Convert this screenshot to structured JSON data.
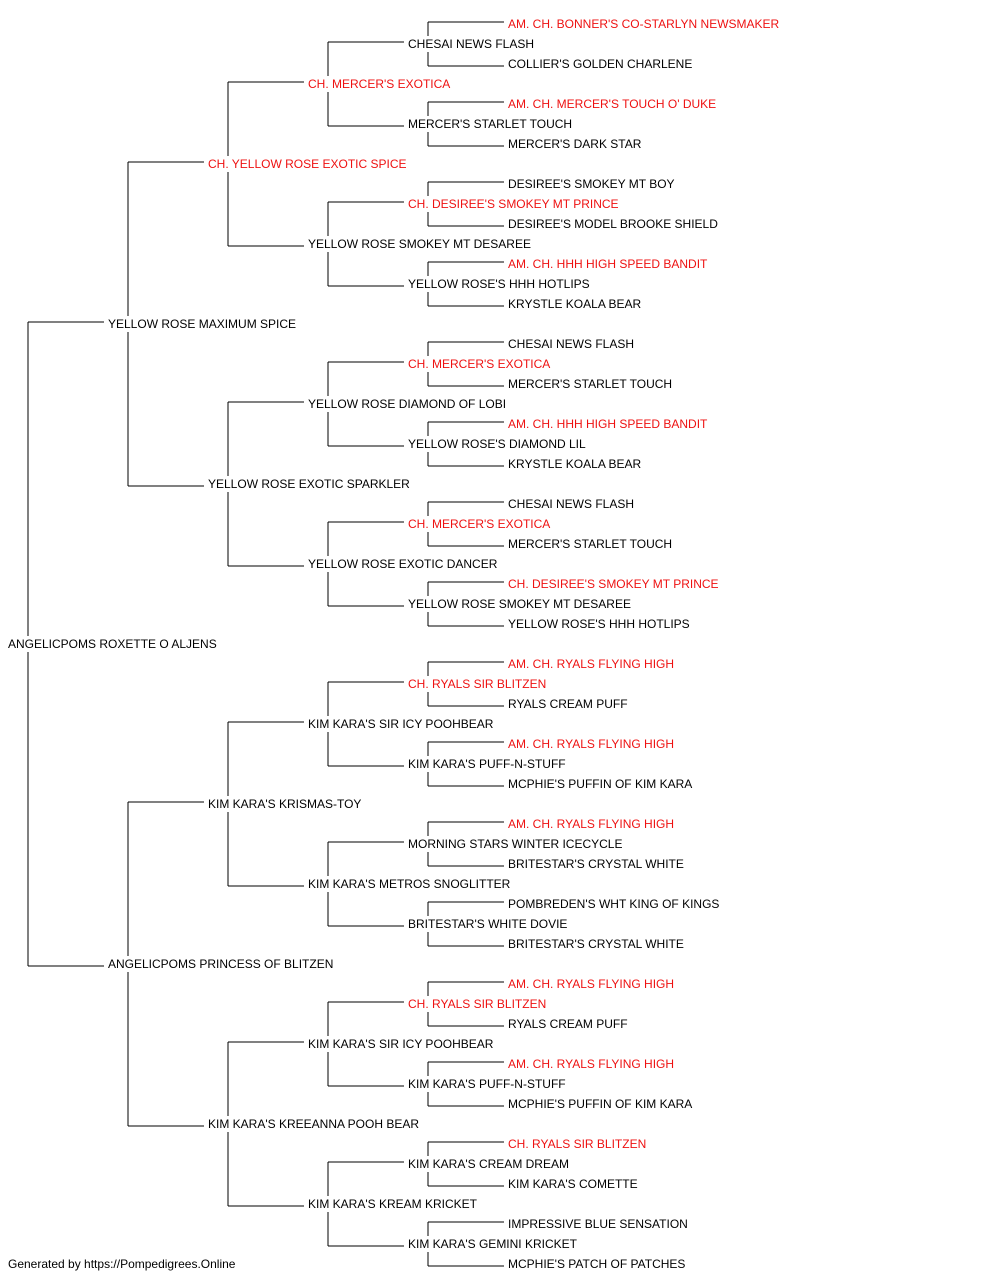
{
  "colors": {
    "titled": "#ee1111",
    "regular": "#000000",
    "line": "#000000"
  },
  "footer": "Generated by https://Pompedigrees.Online",
  "pedigree": {
    "name": "ANGELICPOMS ROXETTE O ALJENS",
    "titled": false,
    "sire": {
      "name": "YELLOW ROSE MAXIMUM SPICE",
      "titled": false,
      "sire": {
        "name": "CH. YELLOW ROSE EXOTIC SPICE",
        "titled": true,
        "sire": {
          "name": "CH. MERCER'S EXOTICA",
          "titled": true,
          "sire": {
            "name": "CHESAI NEWS FLASH",
            "titled": false,
            "sire": {
              "name": "AM. CH. BONNER'S CO-STARLYN NEWSMAKER",
              "titled": true
            },
            "dam": {
              "name": "COLLIER'S GOLDEN CHARLENE",
              "titled": false
            }
          },
          "dam": {
            "name": "MERCER'S STARLET TOUCH",
            "titled": false,
            "sire": {
              "name": "AM. CH. MERCER'S TOUCH O' DUKE",
              "titled": true
            },
            "dam": {
              "name": "MERCER'S DARK STAR",
              "titled": false
            }
          }
        },
        "dam": {
          "name": "YELLOW ROSE SMOKEY MT DESAREE",
          "titled": false,
          "sire": {
            "name": "CH. DESIREE'S SMOKEY MT PRINCE",
            "titled": true,
            "sire": {
              "name": "DESIREE'S SMOKEY MT BOY",
              "titled": false
            },
            "dam": {
              "name": "DESIREE'S MODEL BROOKE SHIELD",
              "titled": false
            }
          },
          "dam": {
            "name": "YELLOW ROSE'S HHH HOTLIPS",
            "titled": false,
            "sire": {
              "name": "AM. CH. HHH HIGH SPEED BANDIT",
              "titled": true
            },
            "dam": {
              "name": "KRYSTLE KOALA BEAR",
              "titled": false
            }
          }
        }
      },
      "dam": {
        "name": "YELLOW ROSE EXOTIC SPARKLER",
        "titled": false,
        "sire": {
          "name": "YELLOW ROSE DIAMOND OF LOBI",
          "titled": false,
          "sire": {
            "name": "CH. MERCER'S EXOTICA",
            "titled": true,
            "sire": {
              "name": "CHESAI NEWS FLASH",
              "titled": false
            },
            "dam": {
              "name": "MERCER'S STARLET TOUCH",
              "titled": false
            }
          },
          "dam": {
            "name": "YELLOW ROSE'S DIAMOND LIL",
            "titled": false,
            "sire": {
              "name": "AM. CH. HHH HIGH SPEED BANDIT",
              "titled": true
            },
            "dam": {
              "name": "KRYSTLE KOALA BEAR",
              "titled": false
            }
          }
        },
        "dam": {
          "name": "YELLOW ROSE EXOTIC DANCER",
          "titled": false,
          "sire": {
            "name": "CH. MERCER'S EXOTICA",
            "titled": true,
            "sire": {
              "name": "CHESAI NEWS FLASH",
              "titled": false
            },
            "dam": {
              "name": "MERCER'S STARLET TOUCH",
              "titled": false
            }
          },
          "dam": {
            "name": "YELLOW ROSE SMOKEY MT DESAREE",
            "titled": false,
            "sire": {
              "name": "CH. DESIREE'S SMOKEY MT PRINCE",
              "titled": true
            },
            "dam": {
              "name": "YELLOW ROSE'S HHH HOTLIPS",
              "titled": false
            }
          }
        }
      }
    },
    "dam": {
      "name": "ANGELICPOMS PRINCESS OF BLITZEN",
      "titled": false,
      "sire": {
        "name": "KIM KARA'S KRISMAS-TOY",
        "titled": false,
        "sire": {
          "name": "KIM KARA'S SIR ICY POOHBEAR",
          "titled": false,
          "sire": {
            "name": "CH. RYALS SIR BLITZEN",
            "titled": true,
            "sire": {
              "name": "AM. CH. RYALS FLYING HIGH",
              "titled": true
            },
            "dam": {
              "name": "RYALS CREAM PUFF",
              "titled": false
            }
          },
          "dam": {
            "name": "KIM KARA'S PUFF-N-STUFF",
            "titled": false,
            "sire": {
              "name": "AM. CH. RYALS FLYING HIGH",
              "titled": true
            },
            "dam": {
              "name": "MCPHIE'S PUFFIN OF KIM KARA",
              "titled": false
            }
          }
        },
        "dam": {
          "name": "KIM KARA'S METROS SNOGLITTER",
          "titled": false,
          "sire": {
            "name": "MORNING STARS WINTER ICECYCLE",
            "titled": false,
            "sire": {
              "name": "AM. CH. RYALS FLYING HIGH",
              "titled": true
            },
            "dam": {
              "name": "BRITESTAR'S CRYSTAL WHITE",
              "titled": false
            }
          },
          "dam": {
            "name": "BRITESTAR'S WHITE DOVIE",
            "titled": false,
            "sire": {
              "name": "POMBREDEN'S WHT KING OF KINGS",
              "titled": false
            },
            "dam": {
              "name": "BRITESTAR'S CRYSTAL WHITE",
              "titled": false
            }
          }
        }
      },
      "dam": {
        "name": "KIM KARA'S KREEANNA POOH BEAR",
        "titled": false,
        "sire": {
          "name": "KIM KARA'S SIR ICY POOHBEAR",
          "titled": false,
          "sire": {
            "name": "CH. RYALS SIR BLITZEN",
            "titled": true,
            "sire": {
              "name": "AM. CH. RYALS FLYING HIGH",
              "titled": true
            },
            "dam": {
              "name": "RYALS CREAM PUFF",
              "titled": false
            }
          },
          "dam": {
            "name": "KIM KARA'S PUFF-N-STUFF",
            "titled": false,
            "sire": {
              "name": "AM. CH. RYALS FLYING HIGH",
              "titled": true
            },
            "dam": {
              "name": "MCPHIE'S PUFFIN OF KIM KARA",
              "titled": false
            }
          }
        },
        "dam": {
          "name": "KIM KARA'S KREAM KRICKET",
          "titled": false,
          "sire": {
            "name": "KIM KARA'S CREAM DREAM",
            "titled": false,
            "sire": {
              "name": "CH. RYALS SIR BLITZEN",
              "titled": true
            },
            "dam": {
              "name": "KIM KARA'S COMETTE",
              "titled": false
            }
          },
          "dam": {
            "name": "KIM KARA'S GEMINI KRICKET",
            "titled": false,
            "sire": {
              "name": "IMPRESSIVE BLUE SENSATION",
              "titled": false
            },
            "dam": {
              "name": "MCPHIE'S PATCH OF PATCHES",
              "titled": false
            }
          }
        }
      }
    }
  }
}
